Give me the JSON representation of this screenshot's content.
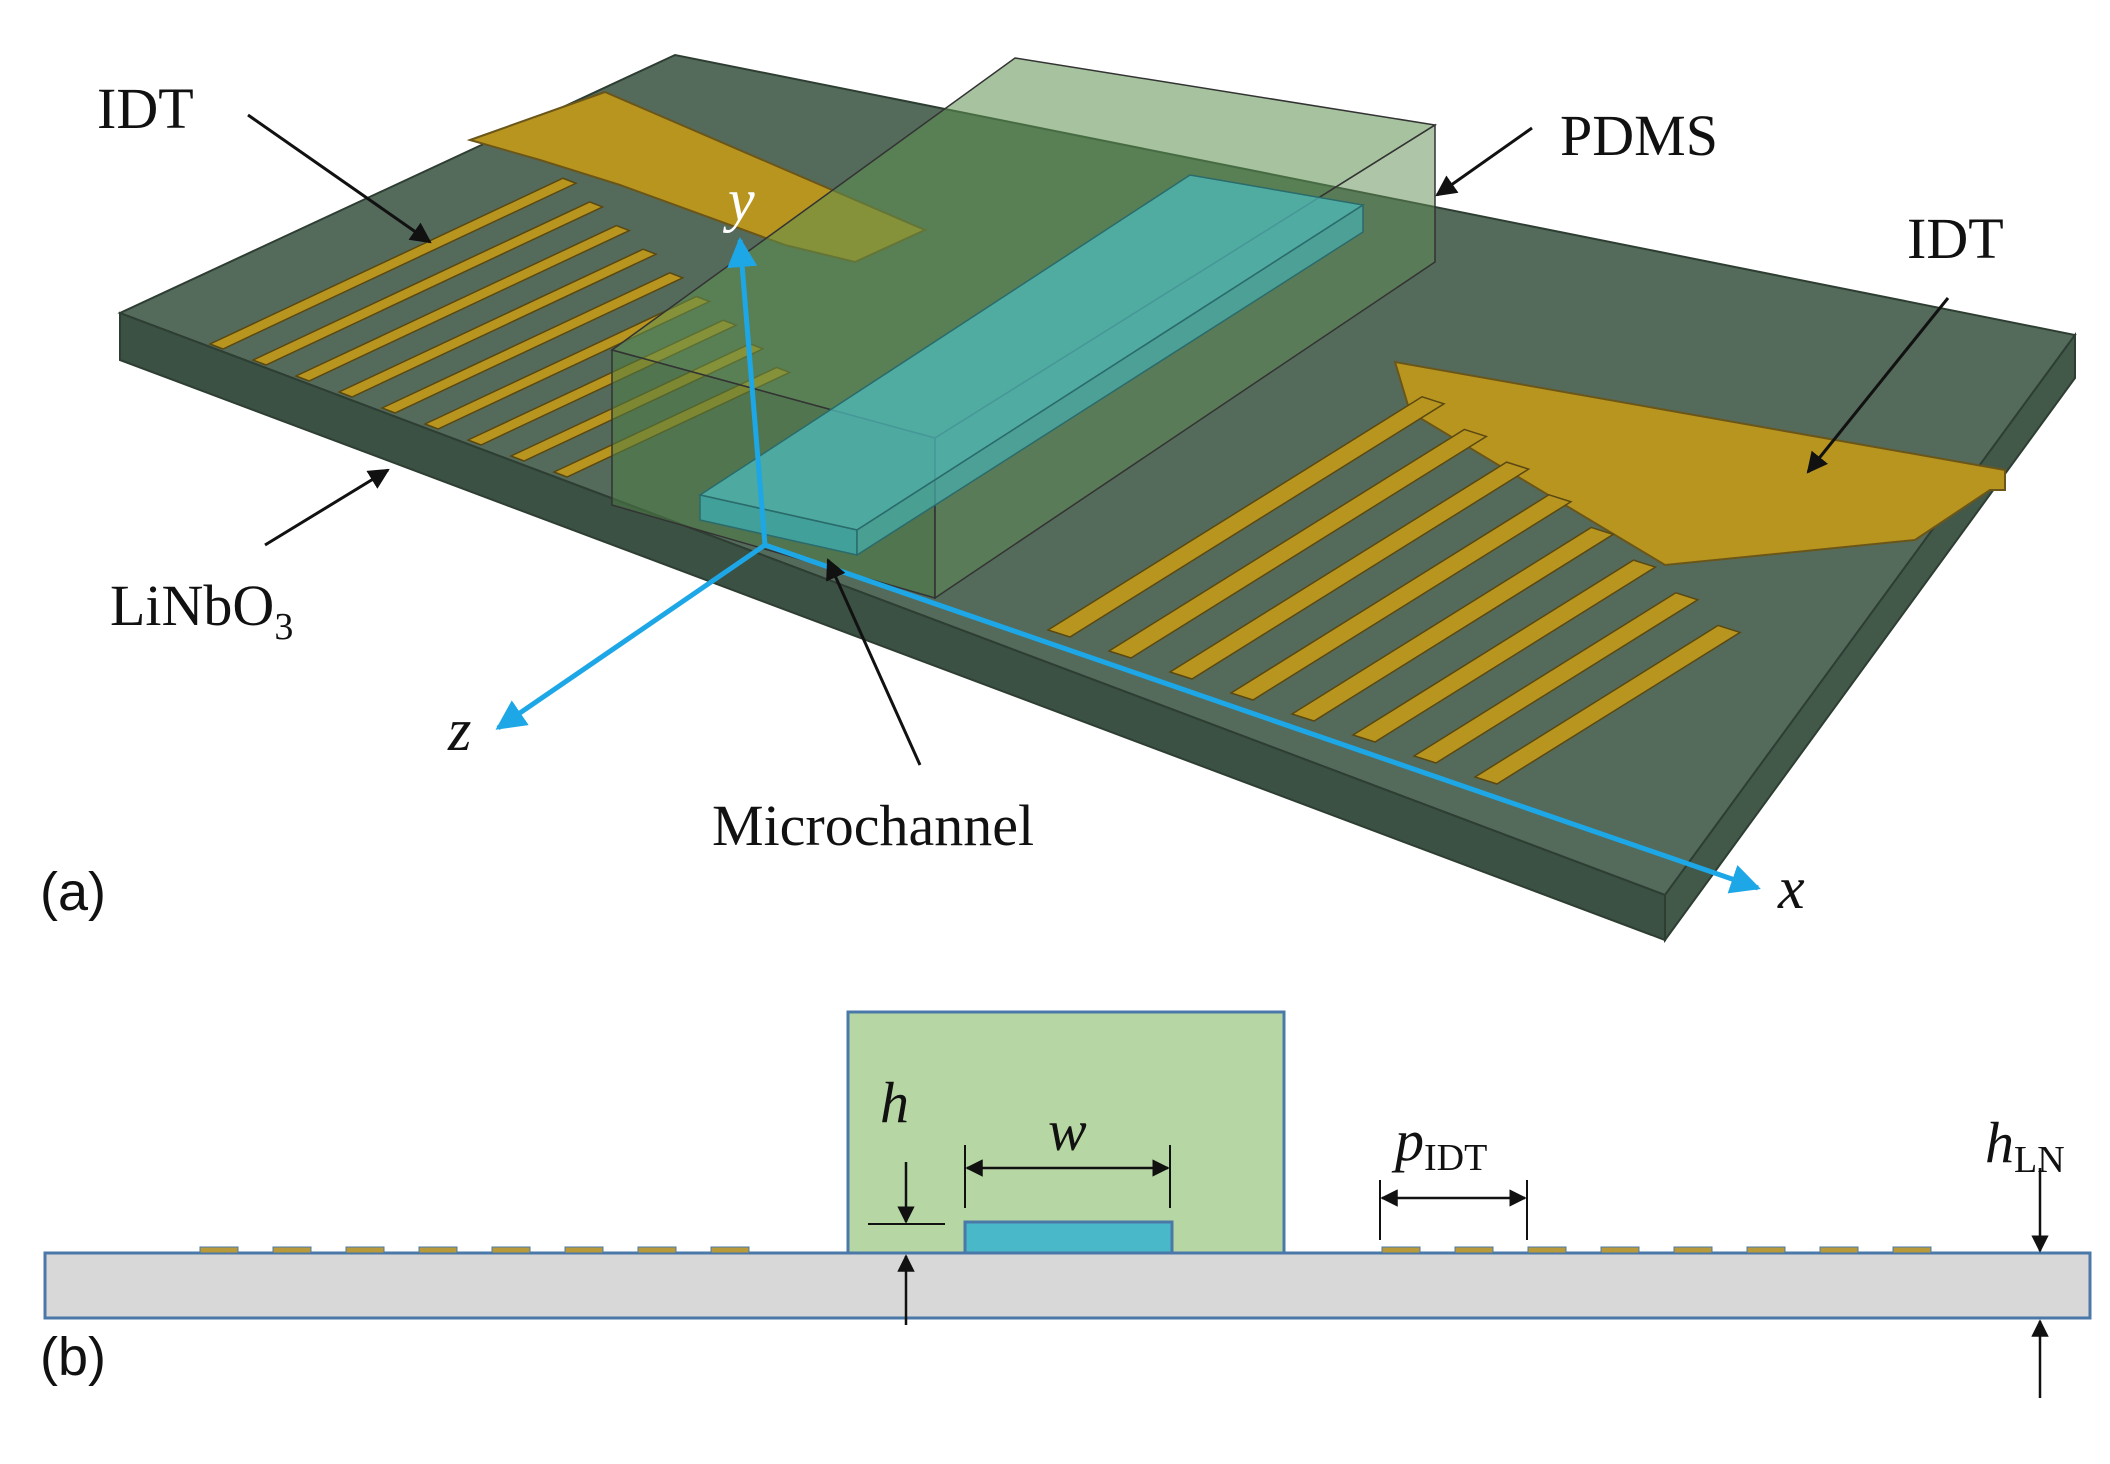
{
  "panel_a": {
    "panel_label": "(a)",
    "labels": {
      "idt_left": "IDT",
      "idt_right": "IDT",
      "pdms": "PDMS",
      "substrate_main": "LiNbO",
      "substrate_sub": "3",
      "microchannel": "Microchannel"
    },
    "axes": {
      "x": "x",
      "y": "y",
      "z": "z"
    },
    "colors": {
      "substrate": "#3f5a48",
      "substrate_edge": "#2e3e33",
      "electrode": "#b8951e",
      "pdms": "#5d8f50",
      "channel": "#49b9b9",
      "axis": "#1ea7e6"
    }
  },
  "panel_b": {
    "panel_label": "(b)",
    "dims": {
      "h": "h",
      "w": "w",
      "p_main": "p",
      "p_sub": "IDT",
      "hln_main": "h",
      "hln_sub": "LN"
    },
    "colors": {
      "substrate": "#d8d8d8",
      "outline": "#4a78a8",
      "pdms": "#b6d7a4",
      "channel": "#49b9c9",
      "electrode": "#b89a3a"
    }
  }
}
